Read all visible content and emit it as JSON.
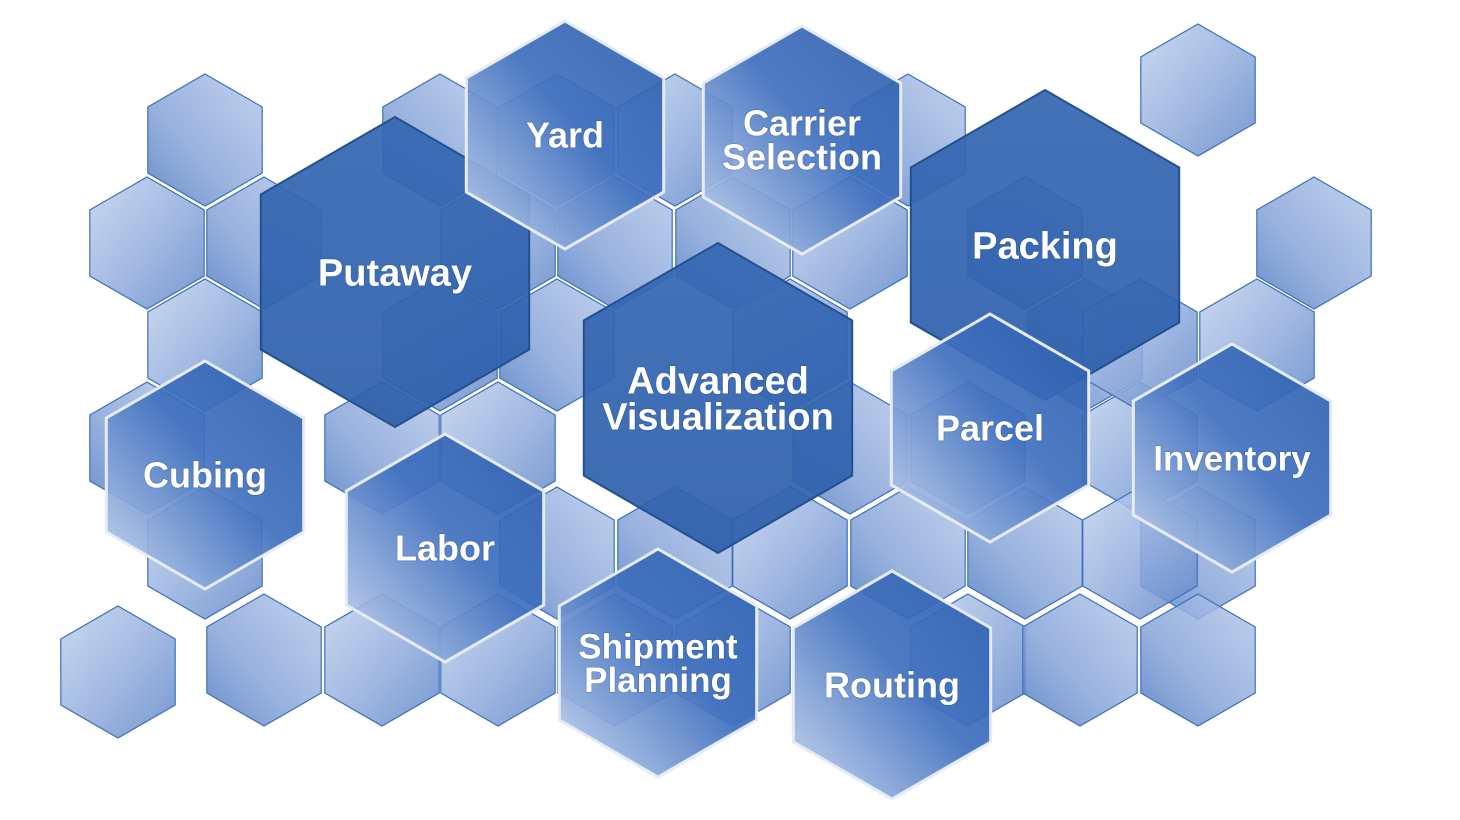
{
  "diagram": {
    "colors": {
      "background": "#ffffff",
      "hex_fill_dark": "#2f62b0",
      "hex_fill_mid": "#4f7fc4",
      "hex_fill_light": "#b9cceb",
      "hex_edge": "#e6ecf6",
      "bg_hex_edge": "#3f6fbd",
      "label_text": "#ffffff"
    },
    "labeled_hexagons": [
      {
        "id": "putaway",
        "label_lines": [
          "Putaway"
        ],
        "style": "solid"
      },
      {
        "id": "yard",
        "label_lines": [
          "Yard"
        ],
        "style": "gradient"
      },
      {
        "id": "carrier-selection",
        "label_lines": [
          "Carrier",
          "Selection"
        ],
        "style": "gradient"
      },
      {
        "id": "packing",
        "label_lines": [
          "Packing"
        ],
        "style": "solid"
      },
      {
        "id": "advanced-visualization",
        "label_lines": [
          "Advanced",
          "Visualization"
        ],
        "style": "solid"
      },
      {
        "id": "parcel",
        "label_lines": [
          "Parcel"
        ],
        "style": "gradient"
      },
      {
        "id": "inventory",
        "label_lines": [
          "Inventory"
        ],
        "style": "gradient"
      },
      {
        "id": "cubing",
        "label_lines": [
          "Cubing"
        ],
        "style": "gradient"
      },
      {
        "id": "labor",
        "label_lines": [
          "Labor"
        ],
        "style": "gradient"
      },
      {
        "id": "shipment-planning",
        "label_lines": [
          "Shipment",
          "Planning"
        ],
        "style": "gradient"
      },
      {
        "id": "routing",
        "label_lines": [
          "Routing"
        ],
        "style": "gradient"
      }
    ]
  }
}
